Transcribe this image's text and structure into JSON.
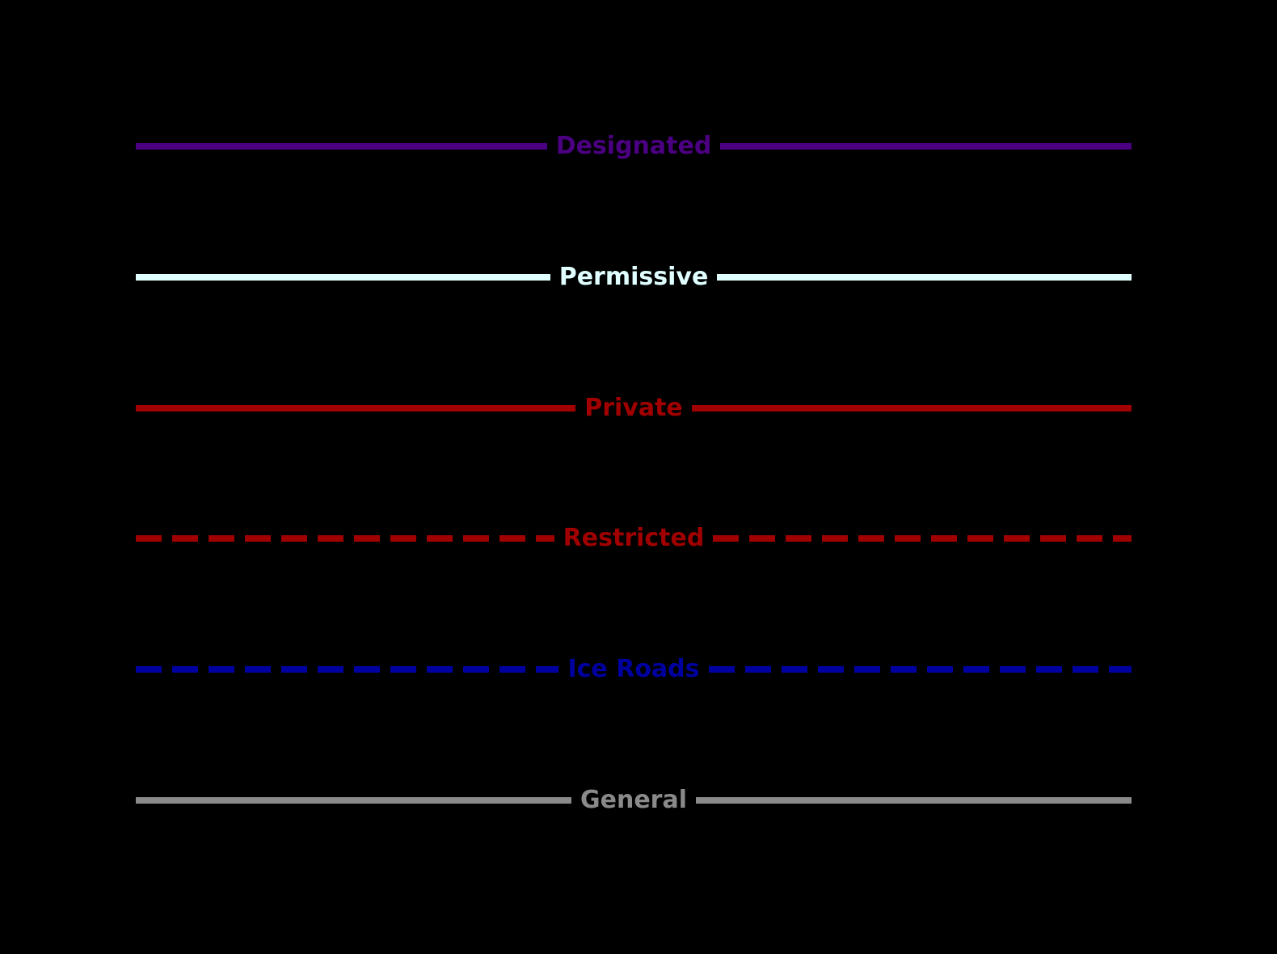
{
  "background_color": "#000000",
  "legend": {
    "items": [
      {
        "label": "Designated",
        "color": "#4B0082",
        "line_style": "solid"
      },
      {
        "label": "Permissive",
        "color": "#E0FFFF",
        "line_style": "solid"
      },
      {
        "label": "Private",
        "color": "#A00000",
        "line_style": "solid"
      },
      {
        "label": "Restricted",
        "color": "#A00000",
        "line_style": "dashed"
      },
      {
        "label": "Ice Roads",
        "color": "#0000A0",
        "line_style": "dashed"
      },
      {
        "label": "General",
        "color": "#8A8A8A",
        "line_style": "solid"
      }
    ]
  }
}
